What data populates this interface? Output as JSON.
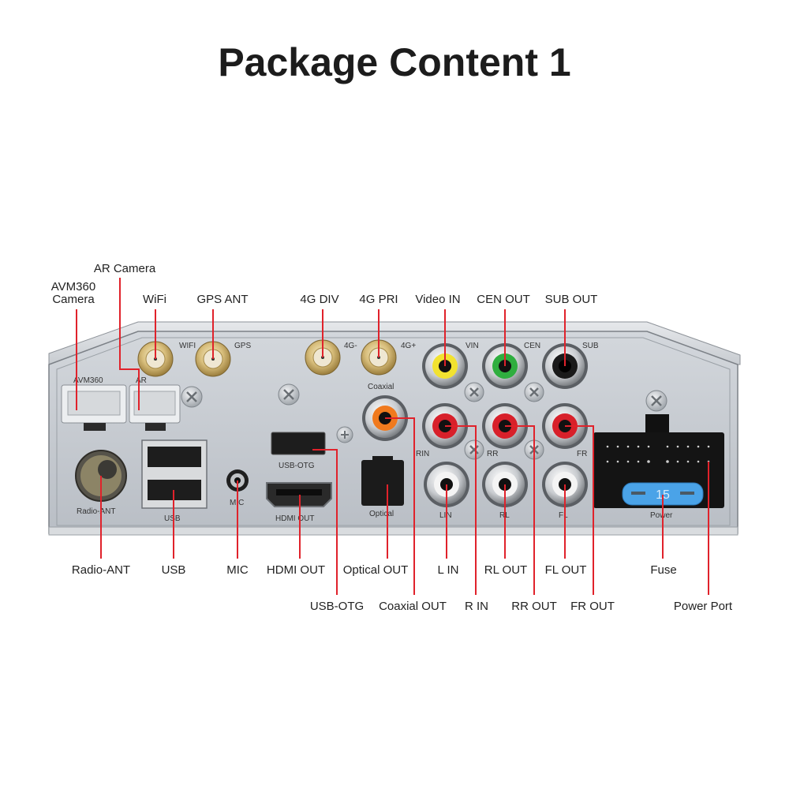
{
  "title": "Package Content 1",
  "colors": {
    "callout": "#e0222b",
    "panel": "#c4c9cf",
    "rca_yellow": "#f2e230",
    "rca_green": "#2fae3f",
    "rca_black": "#1a1a1a",
    "rca_red": "#d8202a",
    "rca_white": "#f4f4f4",
    "rca_orange": "#f07a1e",
    "fuse_blue": "#4aa3e8"
  },
  "panel_labels": {
    "wifi": "WIFI",
    "gps": "GPS",
    "g4minus": "4G-",
    "g4plus": "4G+",
    "vin": "VIN",
    "cen": "CEN",
    "sub": "SUB",
    "coaxial": "Coaxial",
    "avm360": "AVM360",
    "ar": "AR",
    "rin": "RIN",
    "rr": "RR",
    "fr": "FR",
    "lin": "LIN",
    "rl": "RL",
    "fl": "FL",
    "usb_otg": "USB-OTG",
    "hdmi_out": "HDMI OUT",
    "optical": "Optical",
    "mic": "MIC",
    "usb": "USB",
    "radio_ant": "Radio-ANT",
    "power": "Power",
    "fuse_rating": "15"
  },
  "callouts_top": [
    {
      "id": "ar-camera",
      "label": "AR Camera"
    },
    {
      "id": "avm360-camera",
      "label": "AVM360\nCamera",
      "line1": "AVM360",
      "line2": "Camera"
    },
    {
      "id": "wifi",
      "label": "WiFi"
    },
    {
      "id": "gps-ant",
      "label": "GPS ANT"
    },
    {
      "id": "4g-div",
      "label": "4G DIV"
    },
    {
      "id": "4g-pri",
      "label": "4G PRI"
    },
    {
      "id": "video-in",
      "label": "Video IN"
    },
    {
      "id": "cen-out",
      "label": "CEN OUT"
    },
    {
      "id": "sub-out",
      "label": "SUB OUT"
    }
  ],
  "callouts_bottom_row1": [
    {
      "id": "radio-ant",
      "label": "Radio-ANT"
    },
    {
      "id": "usb",
      "label": "USB"
    },
    {
      "id": "mic",
      "label": "MIC"
    },
    {
      "id": "hdmi-out",
      "label": "HDMI OUT"
    },
    {
      "id": "optical-out",
      "label": "Optical OUT"
    },
    {
      "id": "l-in",
      "label": "L IN"
    },
    {
      "id": "rl-out",
      "label": "RL OUT"
    },
    {
      "id": "fl-out",
      "label": "FL OUT"
    },
    {
      "id": "fuse",
      "label": "Fuse"
    }
  ],
  "callouts_bottom_row2": [
    {
      "id": "usb-otg",
      "label": "USB-OTG"
    },
    {
      "id": "coaxial-out",
      "label": "Coaxial OUT"
    },
    {
      "id": "r-in",
      "label": "R IN"
    },
    {
      "id": "rr-out",
      "label": "RR OUT"
    },
    {
      "id": "fr-out",
      "label": "FR OUT"
    },
    {
      "id": "power-port",
      "label": "Power Port"
    }
  ]
}
